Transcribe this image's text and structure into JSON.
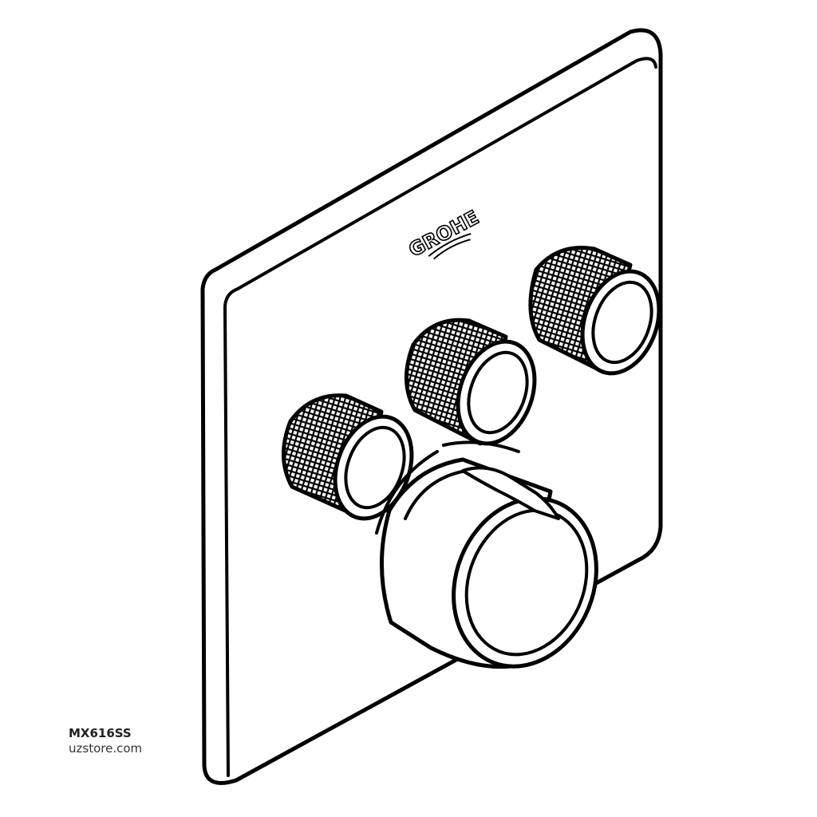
{
  "product": {
    "brand_logo_text": "GROHE",
    "model_code": "MX616SS",
    "watermark": "uzstore.com"
  },
  "illustration": {
    "subject": "square concealed shower trim plate with thermostatic handle and three push-button valves",
    "line_color": "#000000",
    "fill_color": "#ffffff",
    "button_count": 3
  }
}
